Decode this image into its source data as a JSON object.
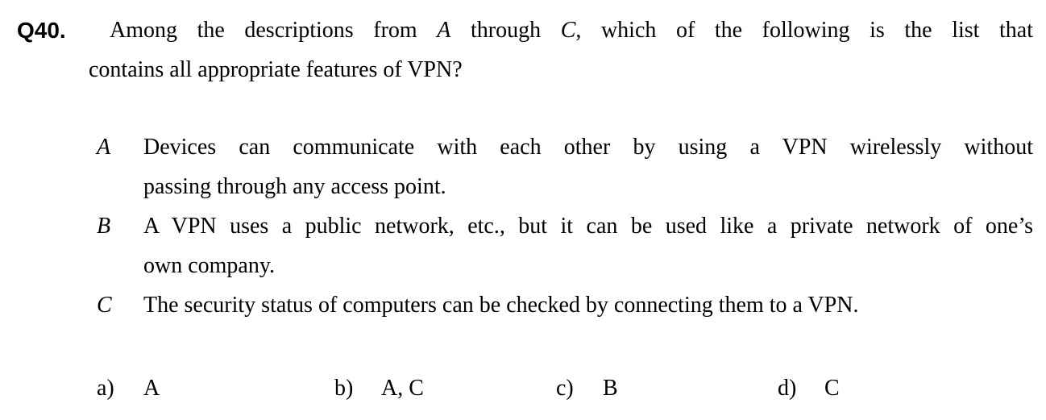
{
  "question": {
    "number": "Q40.",
    "stem_line1": [
      "Among the descriptions from ",
      "A",
      " through ",
      "C",
      ", which of the following is the list that"
    ],
    "stem_line2": "contains all appropriate features of VPN?",
    "items": [
      {
        "label": "A",
        "lines": [
          "Devices can communicate with each other by using a VPN wirelessly without",
          "passing through any access point."
        ]
      },
      {
        "label": "B",
        "lines": [
          "A VPN uses a public network, etc., but it can be used like a private network of one’s",
          "own company."
        ]
      },
      {
        "label": "C",
        "lines": [
          "The security status of computers can be checked by connecting them to a VPN."
        ]
      }
    ],
    "options": [
      {
        "label": "a)",
        "value": "A"
      },
      {
        "label": "b)",
        "value": "A, C"
      },
      {
        "label": "c)",
        "value": "B"
      },
      {
        "label": "d)",
        "value": "C"
      }
    ]
  }
}
